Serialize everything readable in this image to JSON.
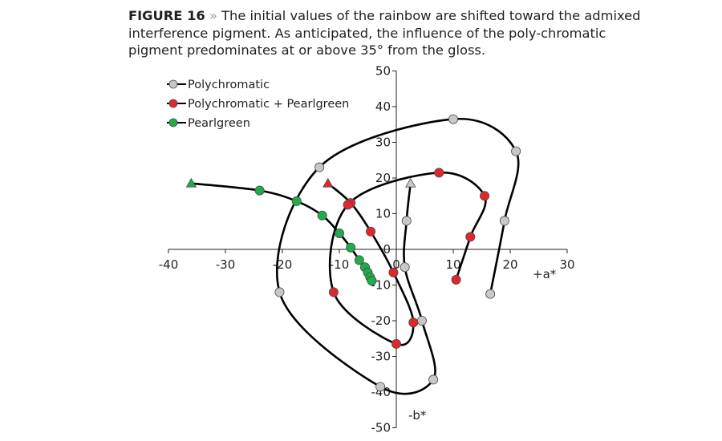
{
  "caption": {
    "label": "FIGURE 16",
    "separator": " » ",
    "text": "The initial values of the rainbow are shifted toward the admixed interference pigment. As anticipated, the influence of the poly-chromatic pigment predominates at or above 35° from the gloss."
  },
  "chart_data": {
    "type": "scatter",
    "title": "",
    "xlabel": "+a*",
    "ylabel": "-b*",
    "xlim": [
      -40,
      30
    ],
    "ylim": [
      -50,
      50
    ],
    "x_ticks": [
      -40,
      -30,
      -20,
      -10,
      0,
      10,
      20,
      30
    ],
    "y_ticks": [
      -50,
      -40,
      -30,
      -20,
      -10,
      0,
      10,
      20,
      30,
      40,
      50
    ],
    "tick_labels": {
      "x": [
        "-40",
        "-30",
        "-20",
        "-10",
        "0",
        "10",
        "20",
        "30"
      ],
      "y": [
        "-50",
        "-40",
        "-30",
        "-20",
        "-10",
        "0",
        "10",
        "20",
        "30",
        "40",
        "50"
      ]
    },
    "grid": false,
    "legend_position": "top-left",
    "series": [
      {
        "name": "Polychromatic",
        "color": "#c8c8c8",
        "start_marker": "triangle",
        "points": [
          [
            2.5,
            18.5
          ],
          [
            1.8,
            8
          ],
          [
            1.5,
            -5
          ],
          [
            4.5,
            -20
          ],
          [
            6.5,
            -36.5
          ],
          [
            -2.8,
            -38.5
          ],
          [
            -20.5,
            -12
          ],
          [
            -13.5,
            23
          ],
          [
            10,
            36.5
          ],
          [
            21,
            27.5
          ],
          [
            19,
            8
          ],
          [
            16.5,
            -12.5
          ]
        ]
      },
      {
        "name": "Polychromatic + Pearlgreen",
        "color": "#e3262b",
        "start_marker": "triangle",
        "points": [
          [
            -12,
            18.5
          ],
          [
            -8,
            13
          ],
          [
            -4.5,
            5
          ],
          [
            -0.5,
            -6.5
          ],
          [
            3,
            -20.5
          ],
          [
            0,
            -26.5
          ],
          [
            -11,
            -12
          ],
          [
            -8.5,
            12.5
          ],
          [
            7.5,
            21.5
          ],
          [
            15.5,
            15
          ],
          [
            13,
            3.5
          ],
          [
            10.5,
            -8.5
          ]
        ]
      },
      {
        "name": "Pearlgreen",
        "color": "#1fac4b",
        "start_marker": "triangle",
        "points": [
          [
            -36,
            18.5
          ],
          [
            -24,
            16.5
          ],
          [
            -17.5,
            13.5
          ],
          [
            -13,
            9.5
          ],
          [
            -10,
            4.5
          ],
          [
            -8,
            0.5
          ],
          [
            -6.5,
            -3
          ],
          [
            -5.5,
            -5
          ],
          [
            -5,
            -6.5
          ],
          [
            -4.6,
            -7.8
          ],
          [
            -4.3,
            -8.8
          ]
        ]
      }
    ]
  }
}
